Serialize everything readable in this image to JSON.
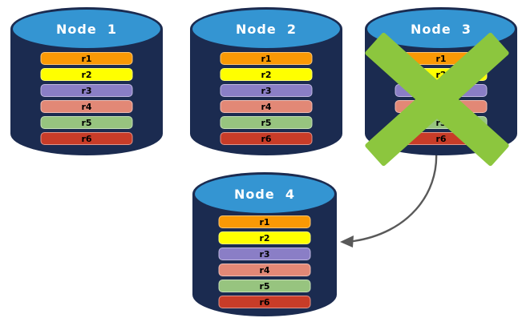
{
  "colors": {
    "background": "#FFFFFF",
    "cylinder_top": "#3495D2",
    "cylinder_body": "#1B2B50",
    "node_label_text": "#FFFFFF",
    "bar_label_text": "#000000",
    "failure_x": "#8CC63E",
    "arrow": "#595959"
  },
  "replica_colors": {
    "r1": "#FA9905",
    "r2": "#FFFF00",
    "r3": "#8A7EC6",
    "r4": "#E28876",
    "r5": "#97C47F",
    "r6": "#C83C28"
  },
  "nodes": [
    {
      "label": "Node  1",
      "failed": false,
      "replicas": [
        "r1",
        "r2",
        "r3",
        "r4",
        "r5",
        "r6"
      ]
    },
    {
      "label": "Node  2",
      "failed": false,
      "replicas": [
        "r1",
        "r2",
        "r3",
        "r4",
        "r5",
        "r6"
      ]
    },
    {
      "label": "Node  3",
      "failed": true,
      "replicas": [
        "r1",
        "r2",
        "r3",
        "r4",
        "r5",
        "r6"
      ]
    },
    {
      "label": "Node  4",
      "failed": false,
      "replicas": [
        "r1",
        "r2",
        "r3",
        "r4",
        "r5",
        "r6"
      ]
    }
  ],
  "arrow": {
    "from_node": "Node 3",
    "to_node": "Node 4"
  }
}
